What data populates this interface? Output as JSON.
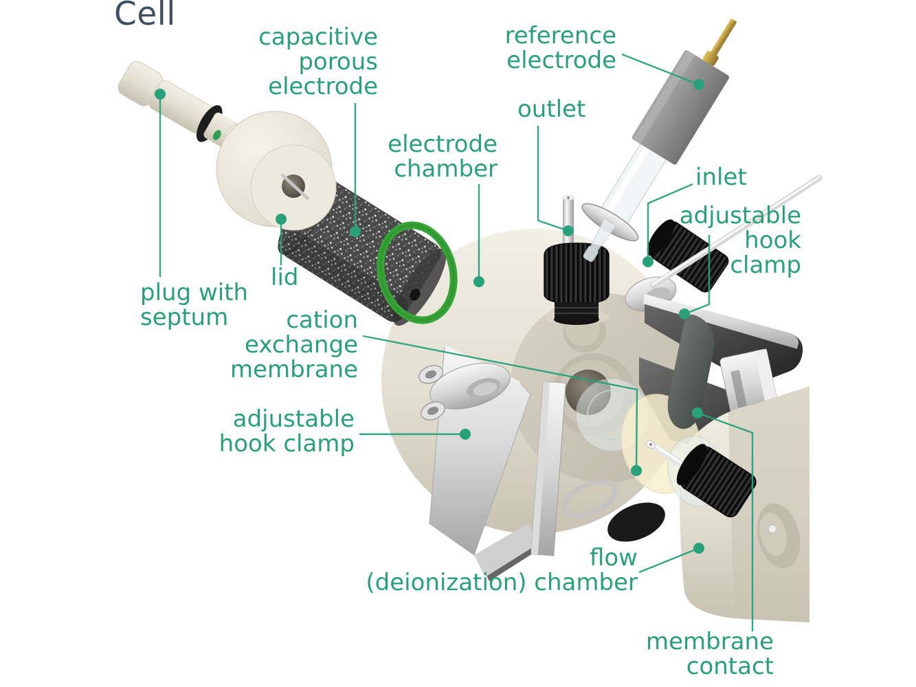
{
  "title": "Cell",
  "colors": {
    "label_green": "#28a17b",
    "leader_green": "#28a17b",
    "title_color": "#3f4e60",
    "oring_green": "#36a437",
    "body_cream": "#ddd8c9",
    "metal_gray": "#c9c9c9",
    "porous_dark": "#4b4b4b",
    "fitting_black": "#1d1d1d",
    "membrane_yellow": "#f6efd0"
  },
  "labels": {
    "capacitive_porous_electrode": {
      "lines": [
        "capacitive",
        "porous",
        "electrode"
      ]
    },
    "reference_electrode": {
      "lines": [
        "reference",
        "electrode"
      ]
    },
    "outlet": {
      "lines": [
        "outlet"
      ]
    },
    "electrode_chamber": {
      "lines": [
        "electrode",
        "chamber"
      ]
    },
    "inlet": {
      "lines": [
        "inlet"
      ]
    },
    "adjustable_hook_clamp_right": {
      "lines": [
        "adjustable",
        "hook",
        "clamp"
      ]
    },
    "plug_with_septum": {
      "lines": [
        "plug with",
        "septum"
      ]
    },
    "lid": {
      "lines": [
        "lid"
      ]
    },
    "cation_exchange_membrane": {
      "lines": [
        "cation",
        "exchange",
        "membrane"
      ]
    },
    "adjustable_hook_clamp_left": {
      "lines": [
        "adjustable",
        "hook clamp"
      ]
    },
    "flow_deionization_chamber": {
      "lines": [
        "flow",
        "(deionization) chamber"
      ]
    },
    "membrane_contact": {
      "lines": [
        "membrane",
        "contact"
      ]
    }
  }
}
